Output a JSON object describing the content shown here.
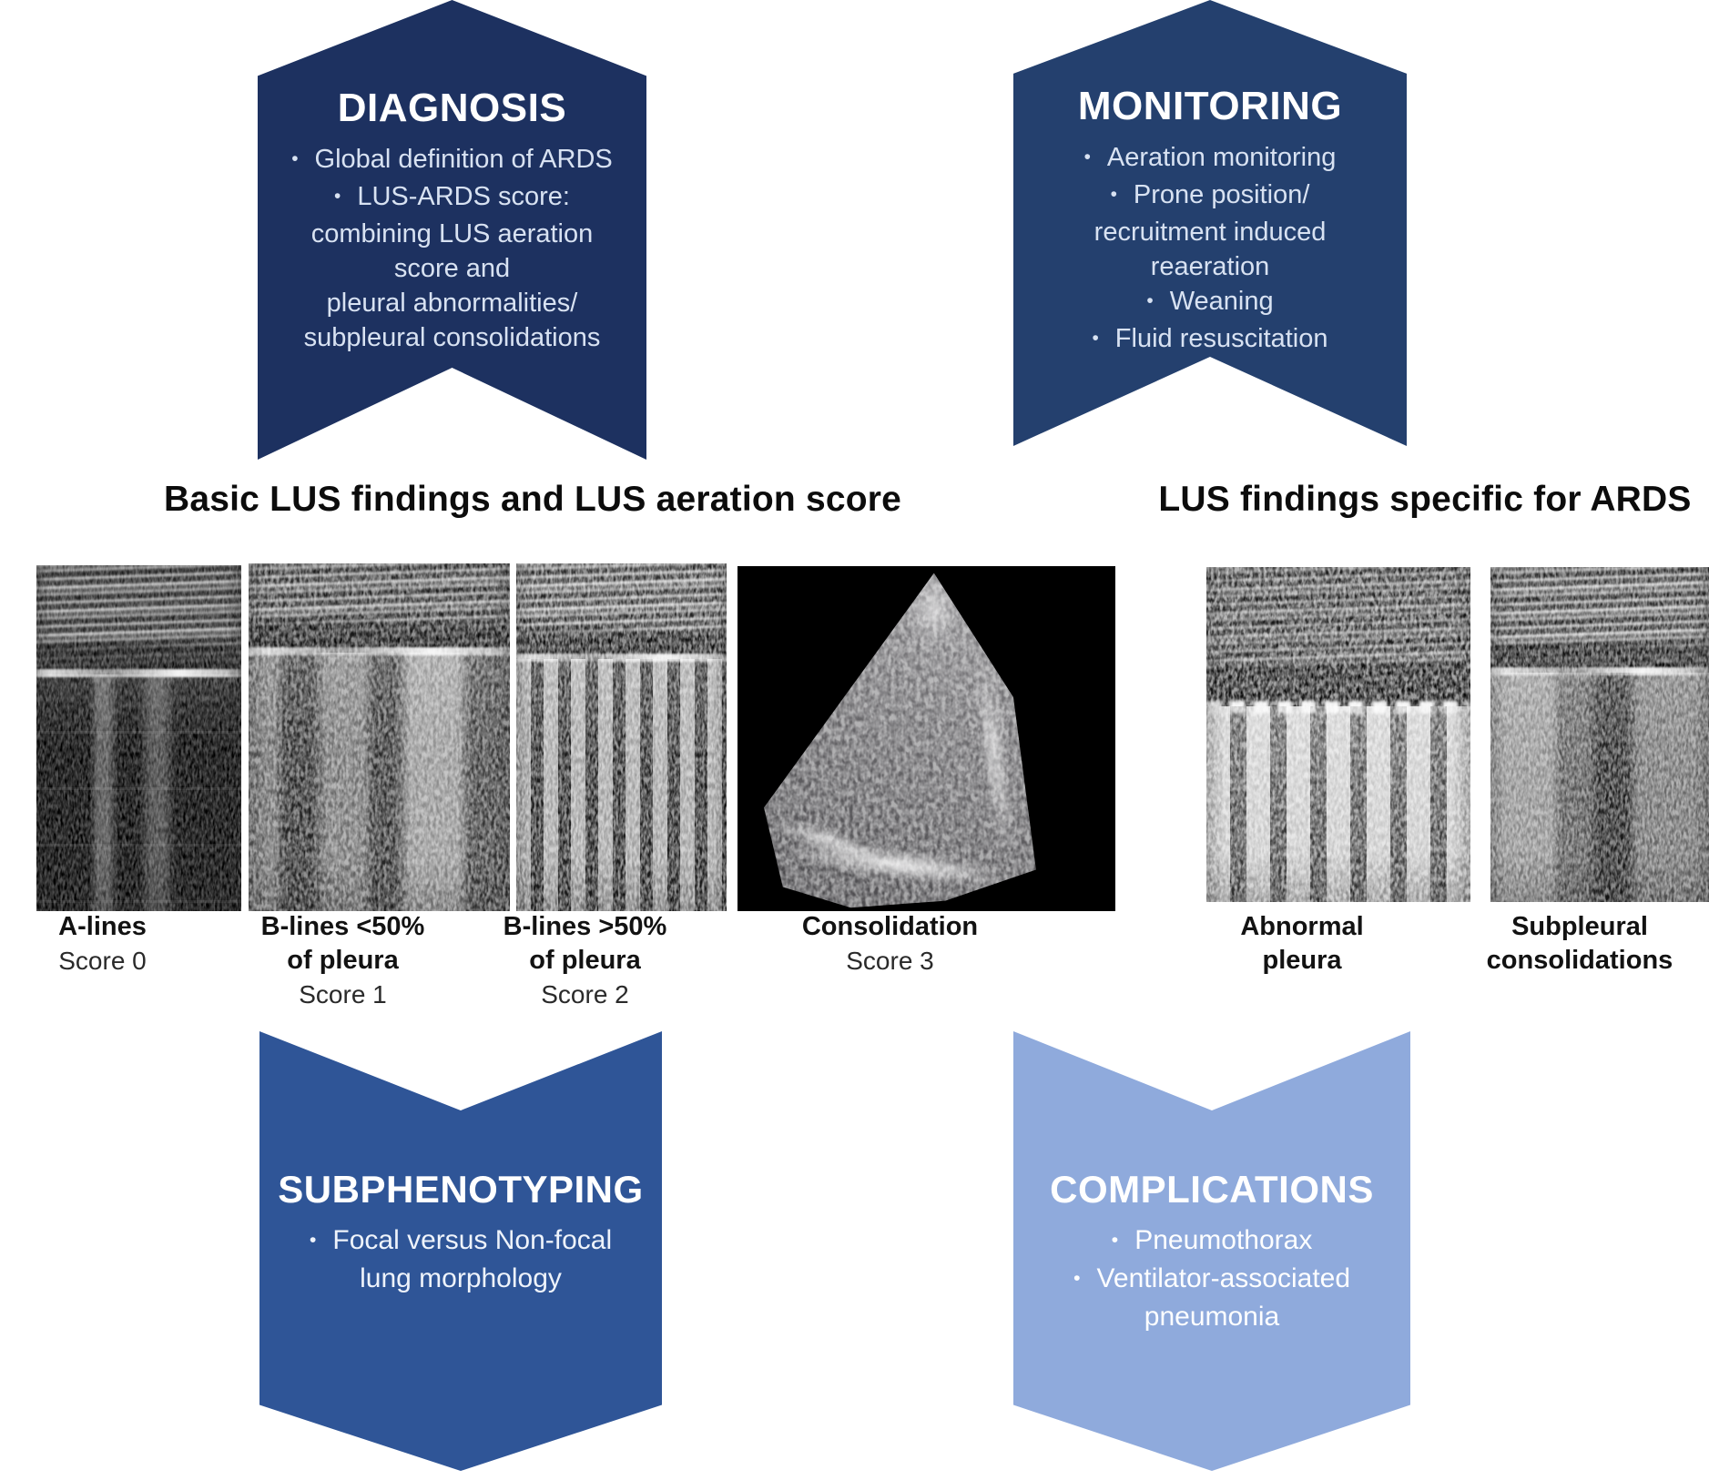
{
  "bullet_glyph": "•",
  "colors": {
    "diagnosis": "#1d3160",
    "monitoring": "#24406e",
    "subphenotyping": "#2f5597",
    "complications": "#8faadc"
  },
  "banners": {
    "diagnosis": {
      "title": "DIAGNOSIS",
      "lines": [
        {
          "bullet": true,
          "text": "Global definition of ARDS"
        },
        {
          "bullet": true,
          "text": "LUS-ARDS score:"
        },
        {
          "bullet": false,
          "text": "combining LUS aeration"
        },
        {
          "bullet": false,
          "text": "score and"
        },
        {
          "bullet": false,
          "text": "pleural abnormalities/"
        },
        {
          "bullet": false,
          "text": "subpleural consolidations"
        }
      ]
    },
    "monitoring": {
      "title": "MONITORING",
      "lines": [
        {
          "bullet": true,
          "text": "Aeration monitoring"
        },
        {
          "bullet": true,
          "text": "Prone position/"
        },
        {
          "bullet": false,
          "text": "recruitment induced"
        },
        {
          "bullet": false,
          "text": "reaeration"
        },
        {
          "bullet": true,
          "text": "Weaning"
        },
        {
          "bullet": true,
          "text": "Fluid resuscitation"
        }
      ]
    },
    "subphenotyping": {
      "title": "SUBPHENOTYPING",
      "lines": [
        {
          "bullet": true,
          "text": "Focal versus Non-focal"
        },
        {
          "bullet": false,
          "text": "lung morphology"
        }
      ]
    },
    "complications": {
      "title": "COMPLICATIONS",
      "lines": [
        {
          "bullet": true,
          "text": "Pneumothorax"
        },
        {
          "bullet": true,
          "text": "Ventilator-associated"
        },
        {
          "bullet": false,
          "text": "pneumonia"
        }
      ]
    }
  },
  "sections": {
    "left": {
      "heading": "Basic LUS findings and LUS aeration score"
    },
    "right": {
      "heading": "LUS findings specific for ARDS"
    }
  },
  "images": [
    {
      "name": "a-lines",
      "label": "A-lines",
      "score": "Score 0"
    },
    {
      "name": "b-lines-under-50",
      "label": "B-lines <50%\nof pleura",
      "score": "Score 1"
    },
    {
      "name": "b-lines-over-50",
      "label": "B-lines >50%\nof pleura",
      "score": "Score 2"
    },
    {
      "name": "consolidation",
      "label": "Consolidation",
      "score": "Score 3"
    },
    {
      "name": "abnormal-pleura",
      "label": "Abnormal\npleura",
      "score": ""
    },
    {
      "name": "subpleural-consolidations",
      "label": "Subpleural\nconsolidations",
      "score": ""
    }
  ]
}
